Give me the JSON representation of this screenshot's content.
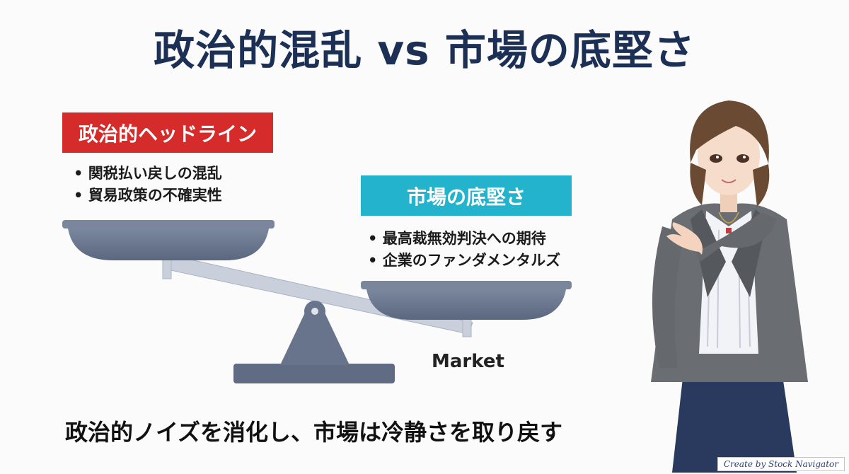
{
  "title": "政治的混乱 vs 市場の底堅さ",
  "left_panel": {
    "label": "政治的ヘッドライン",
    "bullets": [
      "関税払い戻しの混乱",
      "貿易政策の不確実性"
    ]
  },
  "right_panel": {
    "label": "市場の底堅さ",
    "bullets": [
      "最高裁無効判決への期待",
      "企業のファンダメンタルズ"
    ]
  },
  "market_label": "Market",
  "conclusion": "政治的ノイズを消化し、市場は冷静さを取り戻す",
  "credit": "Create by Stock Navigator",
  "colors": {
    "title": "#1c2f55",
    "red_label": "#d62b2b",
    "teal_label": "#24b3cc",
    "scale": "#6b7790"
  }
}
